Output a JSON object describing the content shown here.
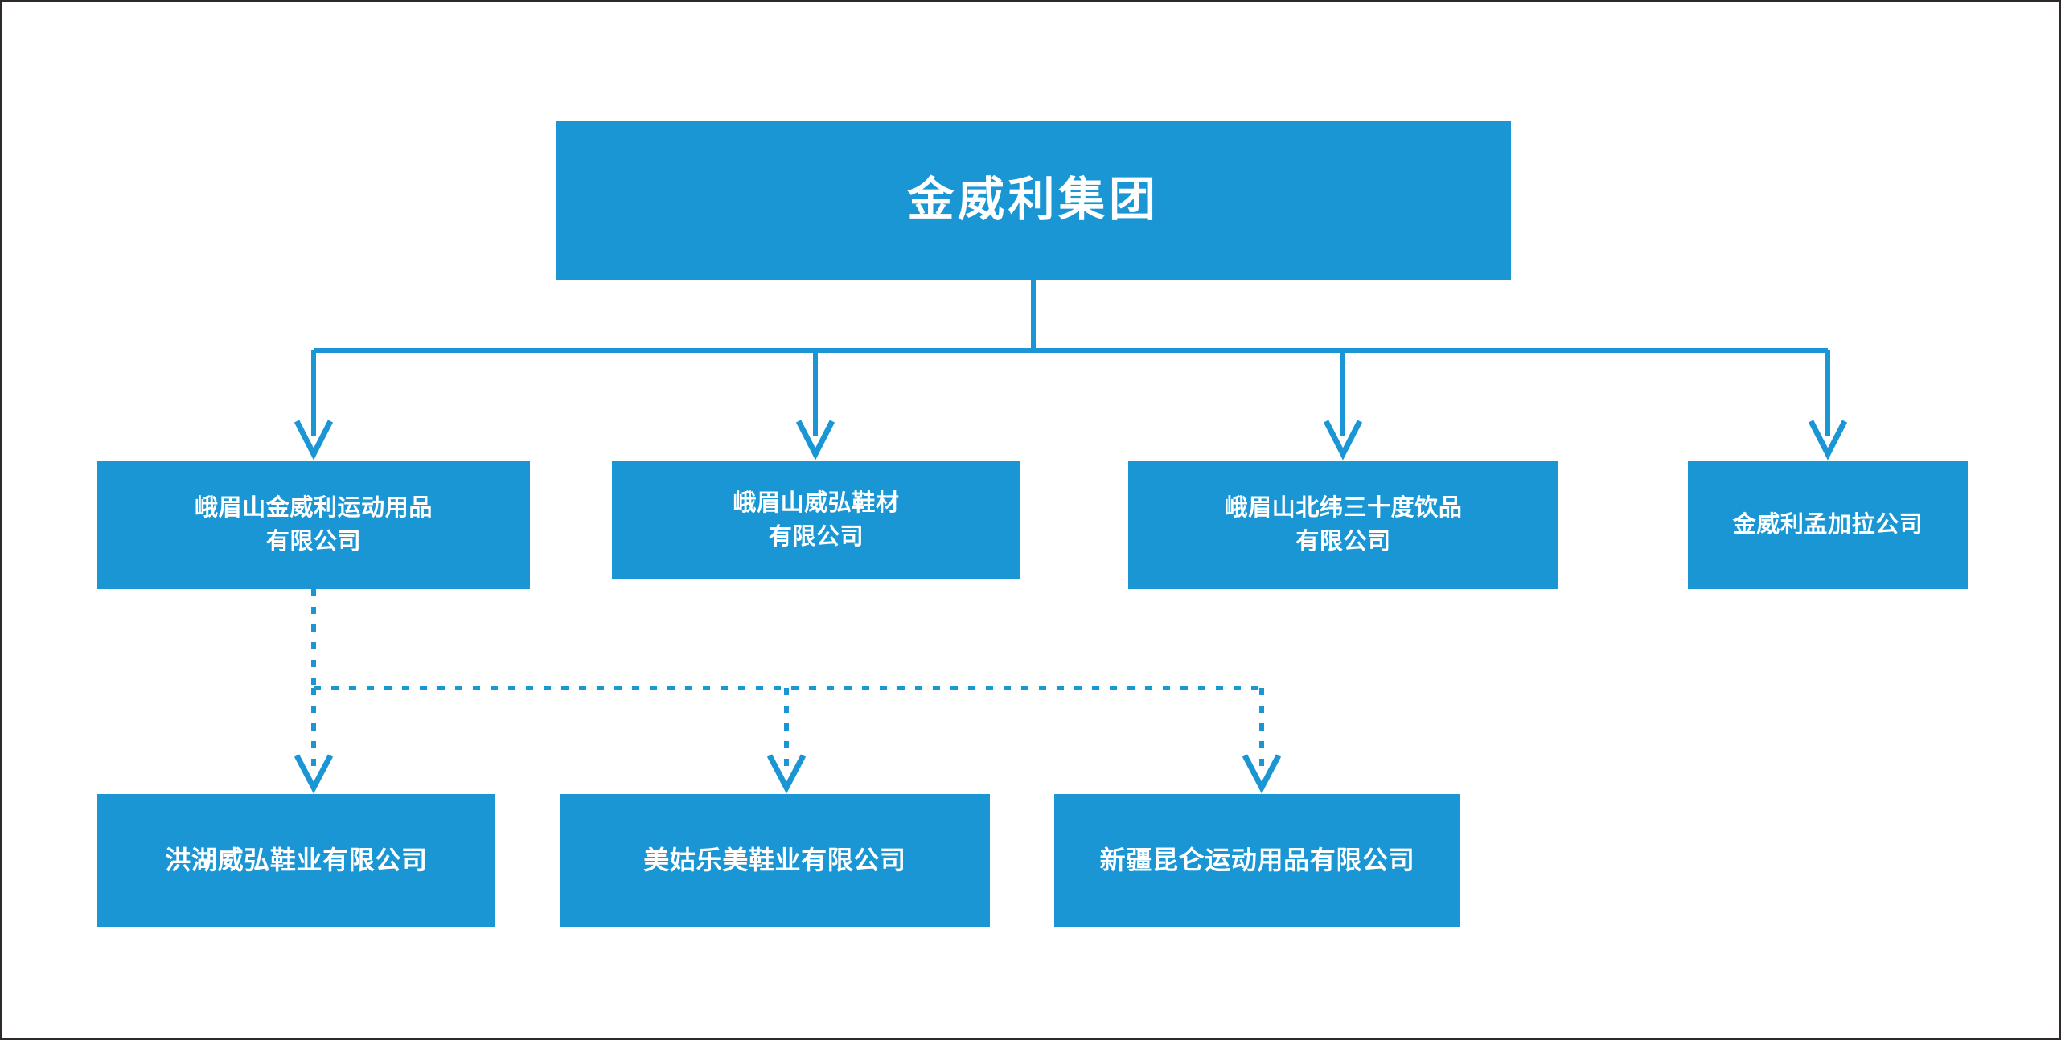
{
  "meta": {
    "accent_color": "#1b96d4",
    "text_color": "#ffffff",
    "background_color": "#ffffff",
    "frame_border_color": "#2f2a28"
  },
  "chart_data": {
    "type": "diagram",
    "subtype": "organization-chart",
    "title": "金威利集团",
    "orientation": "top-down",
    "levels": 3,
    "nodes": [
      {
        "id": "root",
        "label": "金威利集团",
        "lines": [
          "金威利集团"
        ],
        "level": 0
      },
      {
        "id": "l2-0",
        "label": "峨眉山金威利运动用品有限公司",
        "lines": [
          "峨眉山金威利运动用品",
          "有限公司"
        ],
        "level": 1
      },
      {
        "id": "l2-1",
        "label": "峨眉山威弘鞋材有限公司",
        "lines": [
          "峨眉山威弘鞋材",
          "有限公司"
        ],
        "level": 1
      },
      {
        "id": "l2-2",
        "label": "峨眉山北纬三十度饮品有限公司",
        "lines": [
          "峨眉山北纬三十度饮品",
          "有限公司"
        ],
        "level": 1
      },
      {
        "id": "l2-3",
        "label": "金威利孟加拉公司",
        "lines": [
          "金威利孟加拉公司"
        ],
        "level": 1
      },
      {
        "id": "l3-0",
        "label": "洪湖威弘鞋业有限公司",
        "lines": [
          "洪湖威弘鞋业有限公司"
        ],
        "level": 2
      },
      {
        "id": "l3-1",
        "label": "美姑乐美鞋业有限公司",
        "lines": [
          "美姑乐美鞋业有限公司"
        ],
        "level": 2
      },
      {
        "id": "l3-2",
        "label": "新疆昆仑运动用品有限公司",
        "lines": [
          "新疆昆仑运动用品有限公司"
        ],
        "level": 2
      }
    ],
    "edges": [
      {
        "from": "root",
        "to": "l2-0",
        "style": "solid",
        "arrow": "chevron-down"
      },
      {
        "from": "root",
        "to": "l2-1",
        "style": "solid",
        "arrow": "chevron-down"
      },
      {
        "from": "root",
        "to": "l2-2",
        "style": "solid",
        "arrow": "chevron-down"
      },
      {
        "from": "root",
        "to": "l2-3",
        "style": "solid",
        "arrow": "chevron-down"
      },
      {
        "from": "l2-0",
        "to": "l3-0",
        "style": "dotted",
        "arrow": "chevron-down"
      },
      {
        "from": "l2-0",
        "to": "l3-1",
        "style": "dotted",
        "arrow": "chevron-down"
      },
      {
        "from": "l2-0",
        "to": "l3-2",
        "style": "dotted",
        "arrow": "chevron-down"
      }
    ]
  }
}
